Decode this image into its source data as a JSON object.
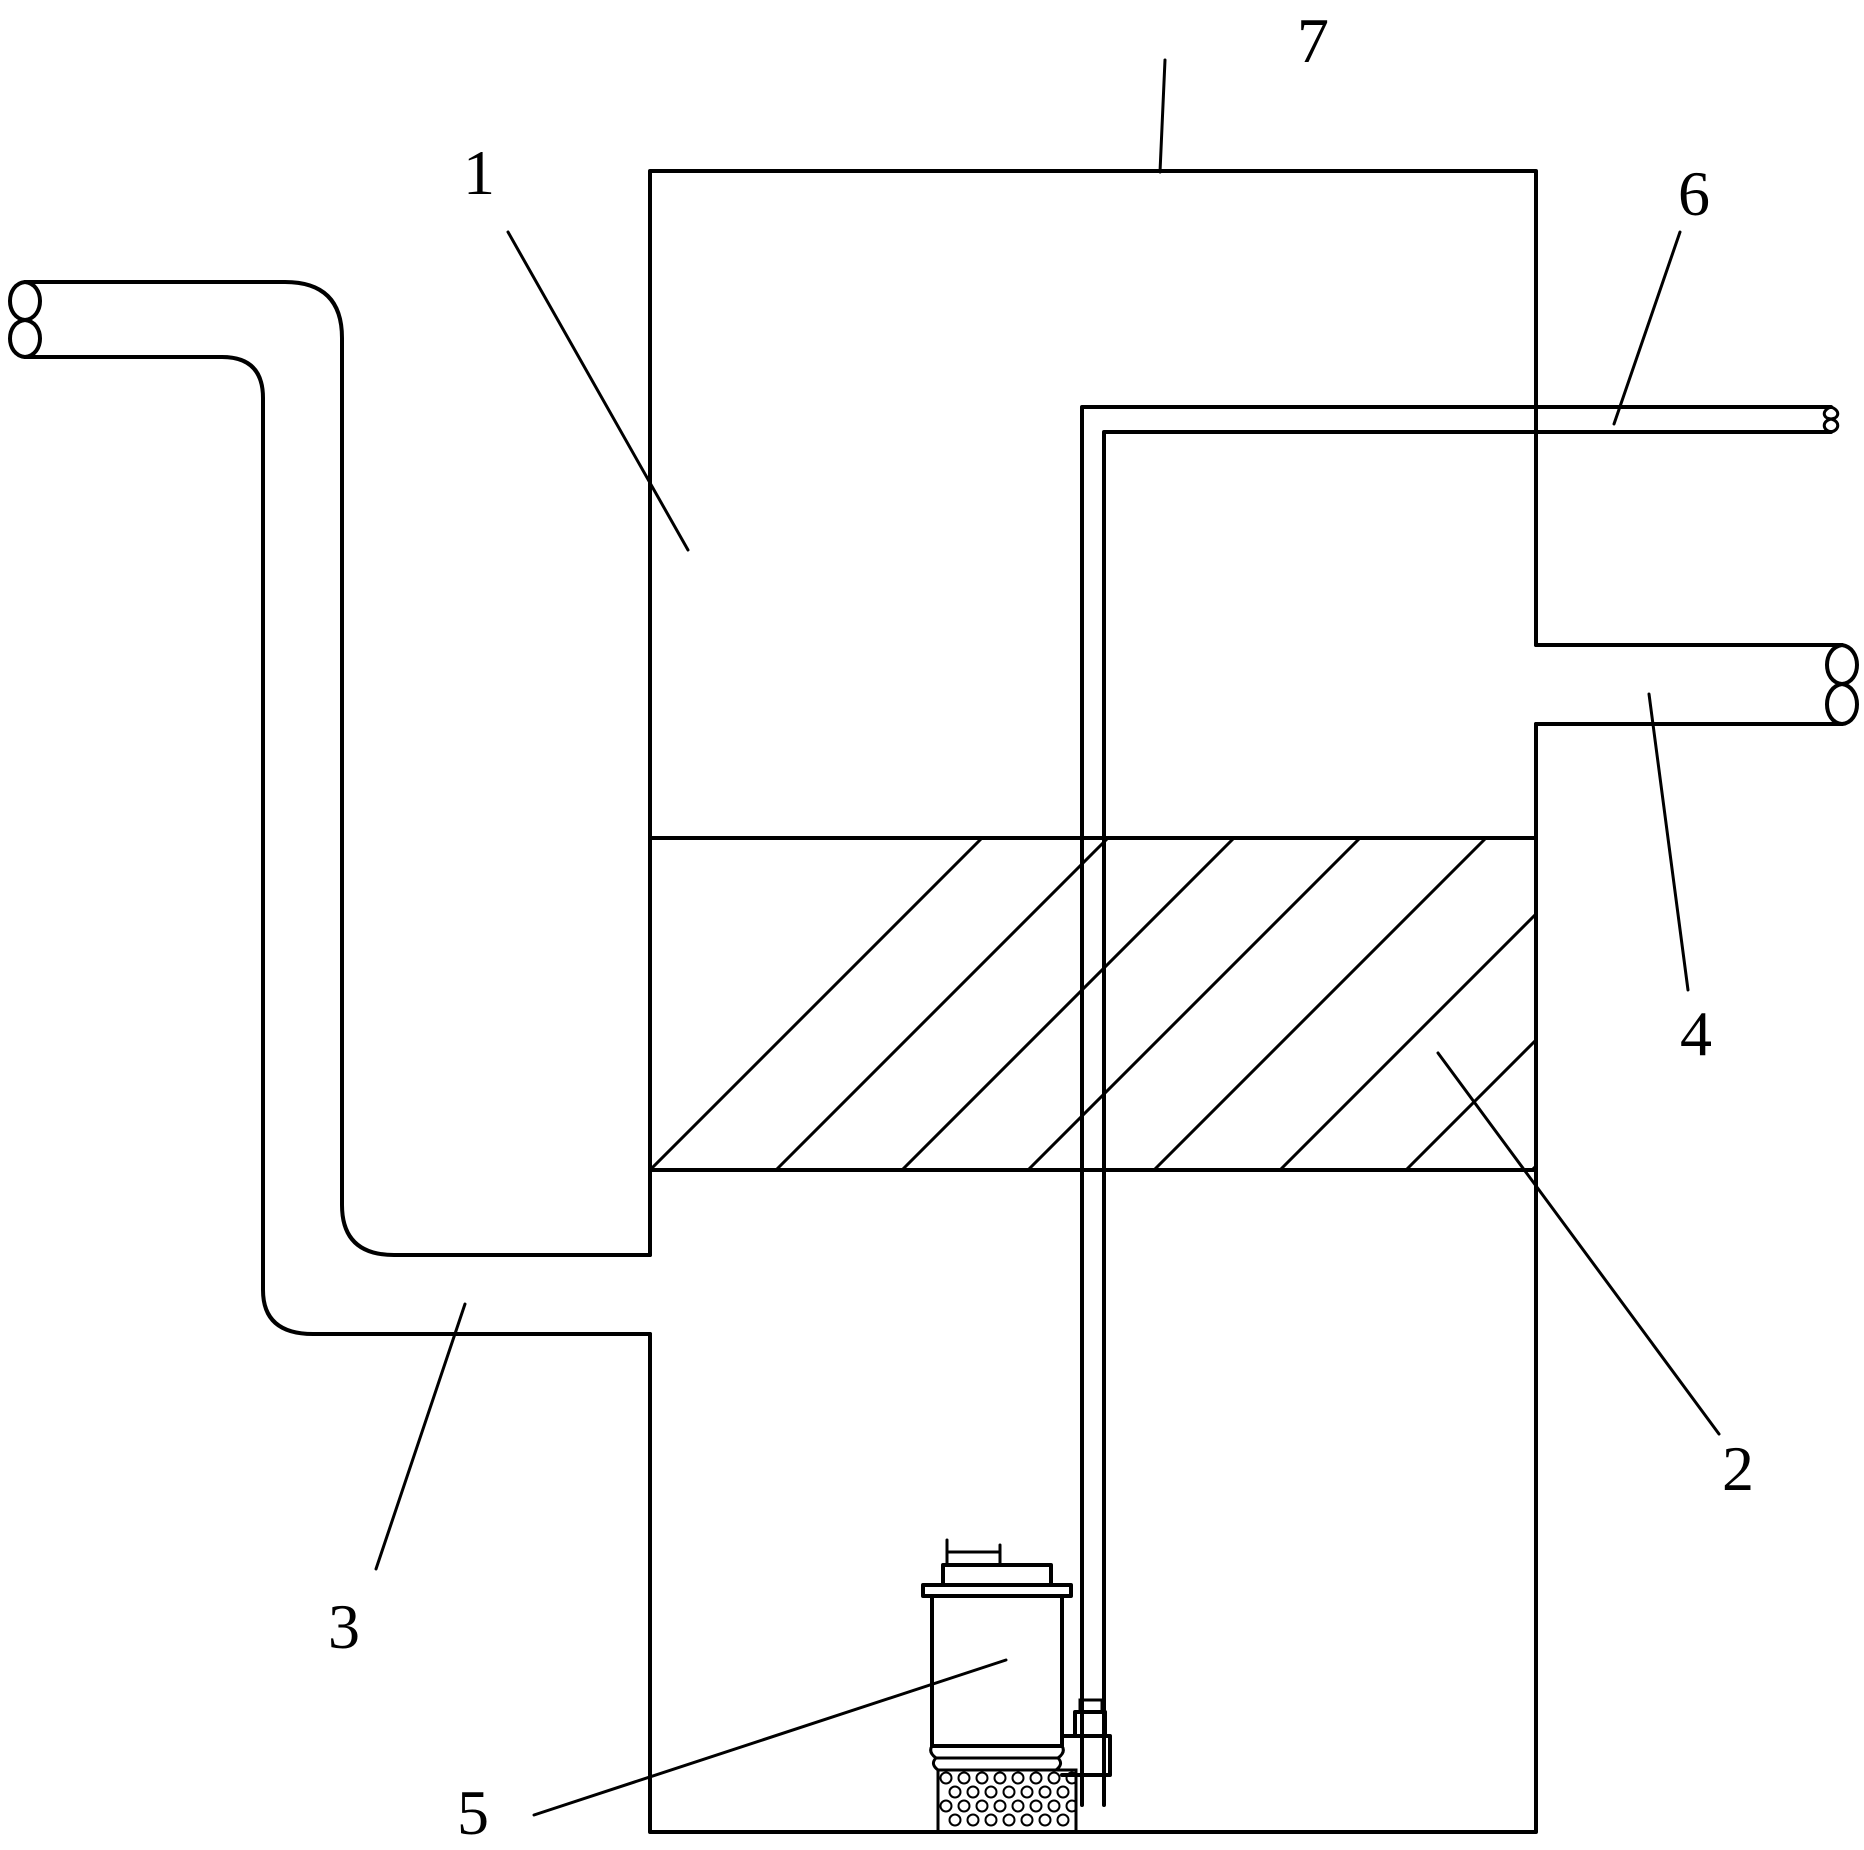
{
  "diagram": {
    "callouts": [
      {
        "id": "label-1",
        "text": "1",
        "part": "tank-upper-chamber"
      },
      {
        "id": "label-2",
        "text": "2",
        "part": "filter-layer"
      },
      {
        "id": "label-3",
        "text": "3",
        "part": "inlet-pipe"
      },
      {
        "id": "label-4",
        "text": "4",
        "part": "outlet-pipe"
      },
      {
        "id": "label-5",
        "text": "5",
        "part": "submersible-pump"
      },
      {
        "id": "label-6",
        "text": "6",
        "part": "discharge-pipe"
      },
      {
        "id": "label-7",
        "text": "7",
        "part": "tank-body"
      }
    ]
  }
}
